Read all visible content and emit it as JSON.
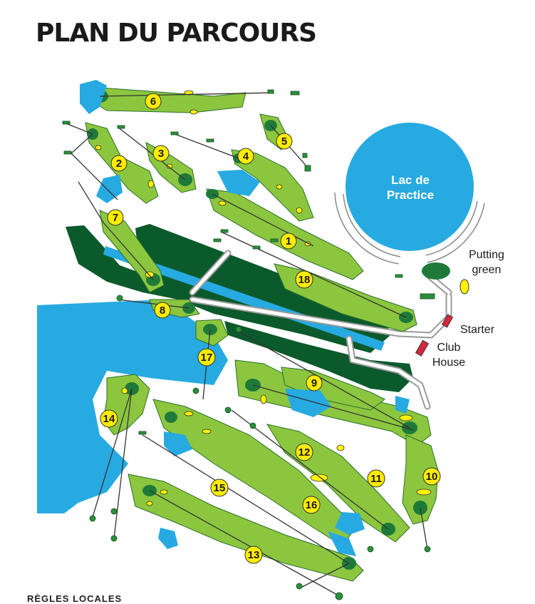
{
  "title": "PLAN DU PARCOURS",
  "footer": "RÈGLES LOCALES",
  "labels": {
    "lake_line1": "Lac de",
    "lake_line2": "Practice",
    "putting_line1": "Putting",
    "putting_line2": "green",
    "starter": "Starter",
    "clubhouse_line1": "Club",
    "clubhouse_line2": "House"
  },
  "colors": {
    "fairway": "#8cc63f",
    "green": "#1f7a3a",
    "forest": "#0b5a2c",
    "water": "#27aae1",
    "bunker": "#fff200",
    "marker": "#ffec00",
    "path": "#9a9a9a",
    "building": "#d7263d"
  },
  "holes": [
    "1",
    "2",
    "3",
    "4",
    "5",
    "6",
    "7",
    "8",
    "9",
    "10",
    "11",
    "12",
    "13",
    "14",
    "15",
    "16",
    "17",
    "18"
  ]
}
